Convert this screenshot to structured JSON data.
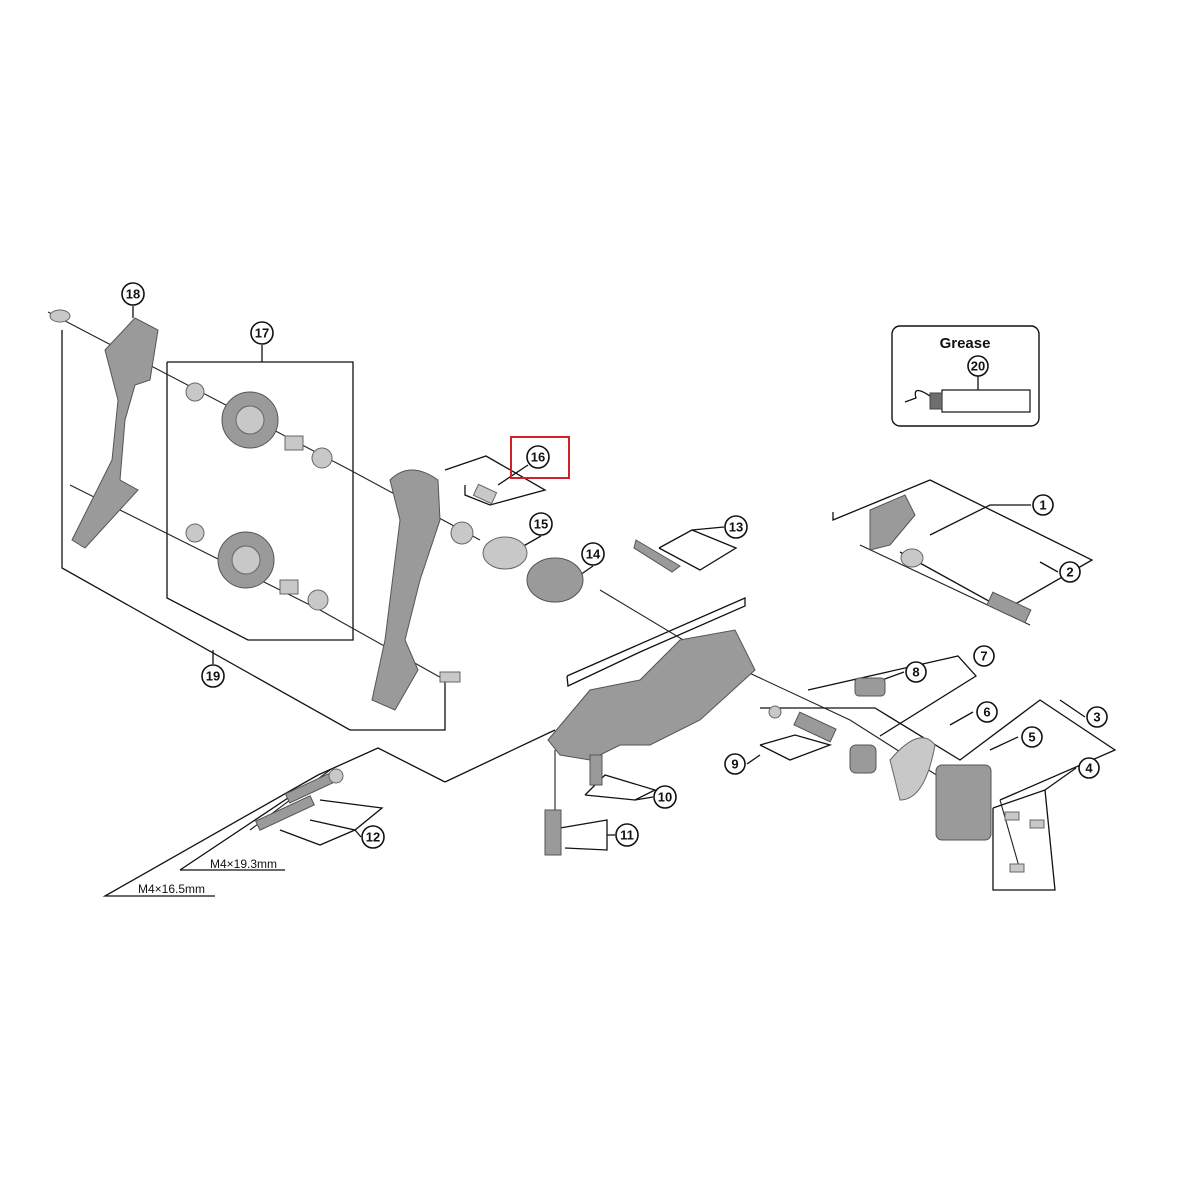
{
  "diagram": {
    "callouts": [
      "1",
      "2",
      "3",
      "4",
      "5",
      "6",
      "7",
      "8",
      "9",
      "10",
      "11",
      "12",
      "13",
      "14",
      "15",
      "16",
      "17",
      "18",
      "19",
      "20"
    ],
    "highlighted_callout": "16",
    "highlight_color": "#d0202a",
    "grease_box": {
      "title": "Grease",
      "callout": "20"
    },
    "dimensions": {
      "bolt_long": "M4×19.3mm",
      "bolt_short": "M4×16.5mm"
    }
  }
}
